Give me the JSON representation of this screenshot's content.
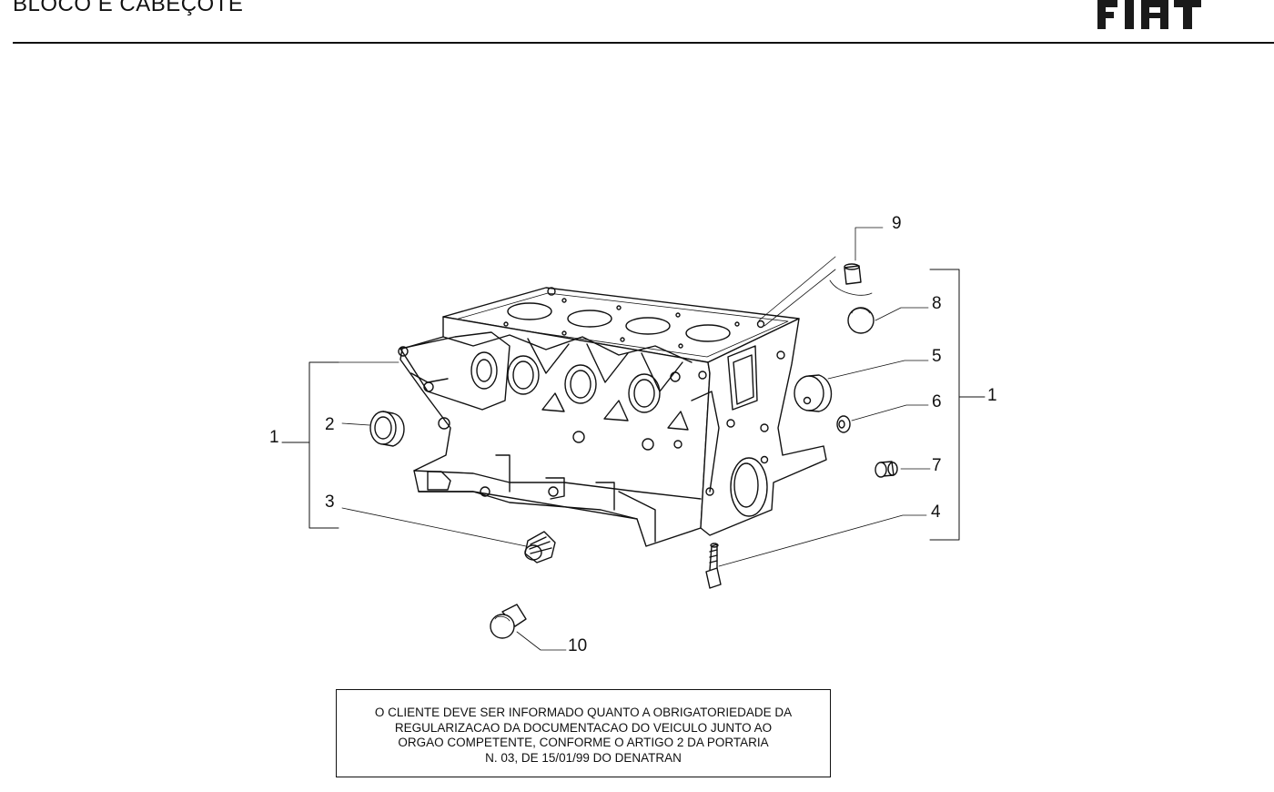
{
  "header": {
    "title": "BLOCO E CABEÇOTE",
    "brand": "FIAT"
  },
  "diagram": {
    "callouts": {
      "c1_left": "1",
      "c1_right": "1",
      "c2": "2",
      "c3": "3",
      "c4": "4",
      "c5": "5",
      "c6": "6",
      "c7": "7",
      "c8": "8",
      "c9": "9",
      "c10": "10"
    }
  },
  "notice": {
    "lines": [
      "O CLIENTE DEVE SER INFORMADO QUANTO A OBRIGATORIEDADE DA",
      "REGULARIZACAO   DA  DOCUMENTACAO   DO   VEICULO  JUNTO AO",
      "ORGAO  COMPETENTE,  CONFORME O ARTIGO 2 DA PORTARIA",
      "N. 03, DE 15/01/99 DO DENATRAN"
    ]
  }
}
